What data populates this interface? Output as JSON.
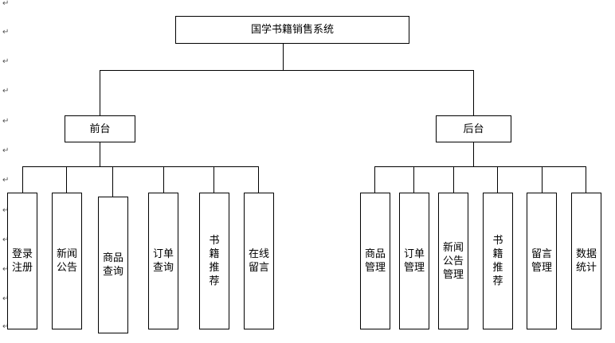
{
  "root": {
    "label": "国学书籍销售系统"
  },
  "front": {
    "label": "前台",
    "children": [
      "登录注册",
      "新闻公告",
      "商品查询",
      "订单查询",
      "书籍推荐",
      "在线留言"
    ]
  },
  "back": {
    "label": "后台",
    "children": [
      "商品管理",
      "订单管理",
      "新闻公告管理",
      "书籍推荐",
      "留言管理",
      "数据统计"
    ]
  },
  "paragraph_mark": "↵"
}
